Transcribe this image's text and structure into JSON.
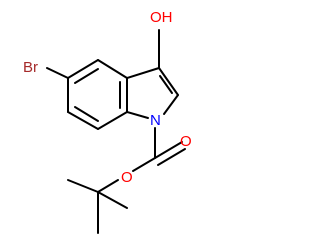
{
  "molecule": {
    "atoms": {
      "bromine": {
        "symbol": "Br"
      },
      "hydroxyl": {
        "symbol": "OH"
      },
      "nitrogen": {
        "symbol": "N"
      },
      "carbonyl_oxygen": {
        "symbol": "O"
      },
      "ester_oxygen": {
        "symbol": "O"
      }
    }
  },
  "colors": {
    "bond": "#000000",
    "bromine": "#a52a2a",
    "oxygen": "#ff0000",
    "nitrogen": "#0000ff",
    "background": "#ffffff"
  }
}
